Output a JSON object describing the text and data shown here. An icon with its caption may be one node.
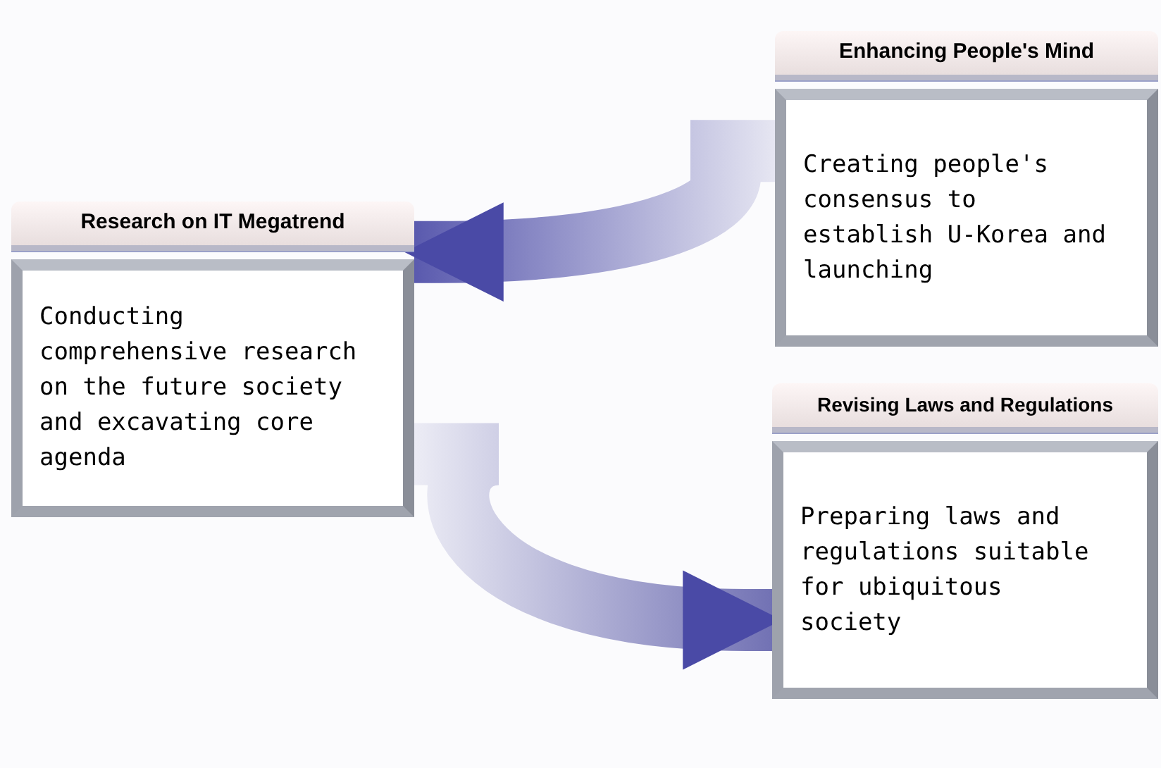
{
  "diagram": {
    "nodes": [
      {
        "text": [
          "Research on IT Megatrend",
          "Conducting comprehensive research on the future society and excavating core agenda"
        ]
      },
      {
        "text": [
          "Enhancing People's Mind",
          "Creating people's consensus to establish U-Korea and launching"
        ]
      },
      {
        "text": [
          "Revising Laws and Regulations",
          "Preparing laws and regulations suitable for ubiquitous society"
        ]
      }
    ],
    "edges": [
      {
        "from": 1,
        "to": 0,
        "arrow": "to",
        "style": "thick"
      },
      {
        "from": 0,
        "to": 2,
        "arrow": "to",
        "style": "thick"
      }
    ]
  }
}
